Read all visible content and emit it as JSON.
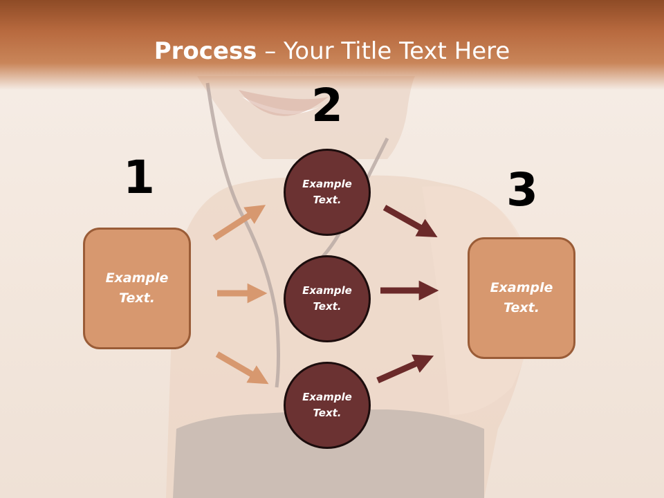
{
  "title": {
    "bold": "Process",
    "rest": " – Your Title Text Here"
  },
  "steps": {
    "n1": "1",
    "n2": "2",
    "n3": "3"
  },
  "left_box": {
    "line1": "Example",
    "line2": "Text."
  },
  "right_box": {
    "line1": "Example",
    "line2": "Text."
  },
  "circles": [
    {
      "line1": "Example",
      "line2": "Text."
    },
    {
      "line1": "Example",
      "line2": "Text."
    },
    {
      "line1": "Example",
      "line2": "Text."
    }
  ],
  "colors": {
    "box_fill": "#d7986f",
    "box_border": "#9a5c37",
    "circle_fill": "#6b3232",
    "circle_border": "#1c0d0d",
    "arrow_light": "#d7986f",
    "arrow_dark": "#6b2a2a",
    "header": "#b86a3f"
  }
}
